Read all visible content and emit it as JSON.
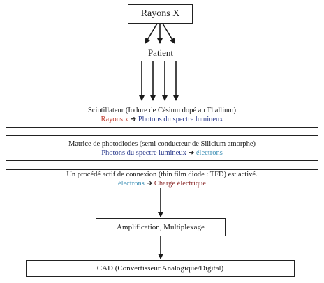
{
  "colors": {
    "red": "#c0392b",
    "navy": "#2a3a8c",
    "teal": "#3d8fb5",
    "maroon": "#8b2a2a",
    "ink": "#1a1a1a"
  },
  "nodes": {
    "rayons": {
      "label": "Rayons X"
    },
    "patient": {
      "label": "Patient"
    },
    "scintillateur": {
      "title": "Scintillateur (Iodure de Césium dopé au Thallium)",
      "from": "Rayons x",
      "arrow": "➔",
      "to": "Photons du spectre lumineux"
    },
    "matrice": {
      "title": "Matrice de photodiodes (semi conducteur de Silicium amorphe)",
      "from": "Photons du spectre lumineux",
      "arrow": "➔",
      "to": "électrons"
    },
    "procede": {
      "title": "Un procédé actif de connexion (thin film diode : TFD) est activé.",
      "from": "électrons",
      "arrow": "➔",
      "to": "Charge électrique"
    },
    "amplification": {
      "label": "Amplification, Multiplexage"
    },
    "cad": {
      "label": "CAD (Convertisseur Analogique/Digital)"
    }
  }
}
